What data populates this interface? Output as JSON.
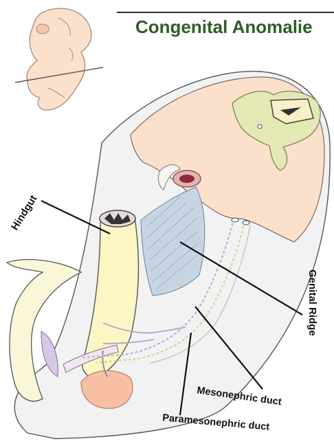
{
  "title": "Congenital Anomalie",
  "labels": {
    "hindgut": "Hindgut",
    "genital_ridge": "Genital Ridge",
    "mesonephric_duct": "Mesonephric duct",
    "paramesonephric_duct": "Paramesonephric duct"
  },
  "colors": {
    "title": "#2e5e26",
    "embryo_body": "#fbe0cc",
    "neural_tube": "#e4e8b4",
    "hindgut": "#fbf6c4",
    "mesentery": "#f2f2f2",
    "kidney": "#f7bfa3",
    "allantois": "#d9c7e8"
  }
}
